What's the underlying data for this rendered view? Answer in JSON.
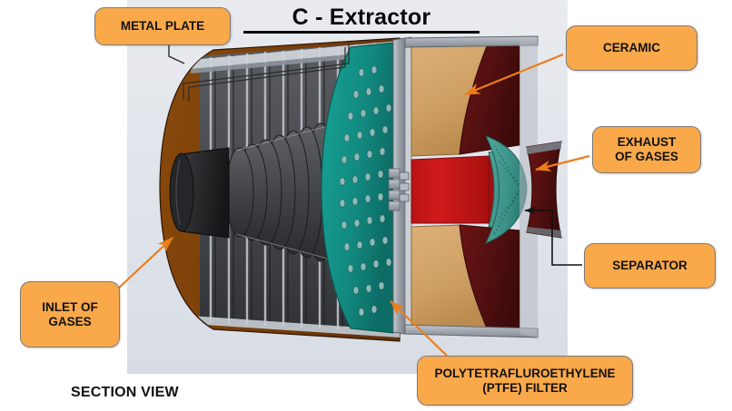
{
  "document": {
    "title": "C - Extractor",
    "section_caption": "SECTION VIEW"
  },
  "colors": {
    "callout_fill": "#f9a94a",
    "callout_border": "#7a7a7a",
    "leader_orange": "#ed7d1b",
    "leader_black": "#111111",
    "viewport_background": "#dfe3ea",
    "body_brown": "#7a3f0a",
    "fin_gray": "#4d4f52",
    "ptfe_teal": "#15968c",
    "ceramic_tan": "#d3a56a",
    "chamber_red": "#c81414",
    "chamber_darkred": "#5e1111",
    "metal_gray": "#9aa0a8",
    "inlet_dark": "#2e2f31"
  },
  "callouts": [
    {
      "id": "metal-plate",
      "label": "METAL PLATE",
      "leader": "black"
    },
    {
      "id": "ceramic",
      "label": "CERAMIC",
      "leader": "orange"
    },
    {
      "id": "exhaust-of-gases",
      "label_line1": "EXHAUST",
      "label_line2": "OF GASES",
      "leader": "orange"
    },
    {
      "id": "separator",
      "label": "SEPARATOR",
      "leader": "black"
    },
    {
      "id": "ptfe-filter",
      "label_line1": "POLYTETRAFLUROETHYLENE",
      "label_line2": "(PTFE) FILTER",
      "leader": "orange"
    },
    {
      "id": "inlet-of-gases",
      "label_line1": "INLET OF",
      "label_line2": "GASES",
      "leader": "orange"
    }
  ],
  "diagram": {
    "name": "c-extractor-section-view",
    "components": [
      "metal plate",
      "ceramic",
      "exhaust of gases",
      "separator",
      "polytetrafluroethylene (PTFE) filter",
      "inlet of gases"
    ]
  }
}
